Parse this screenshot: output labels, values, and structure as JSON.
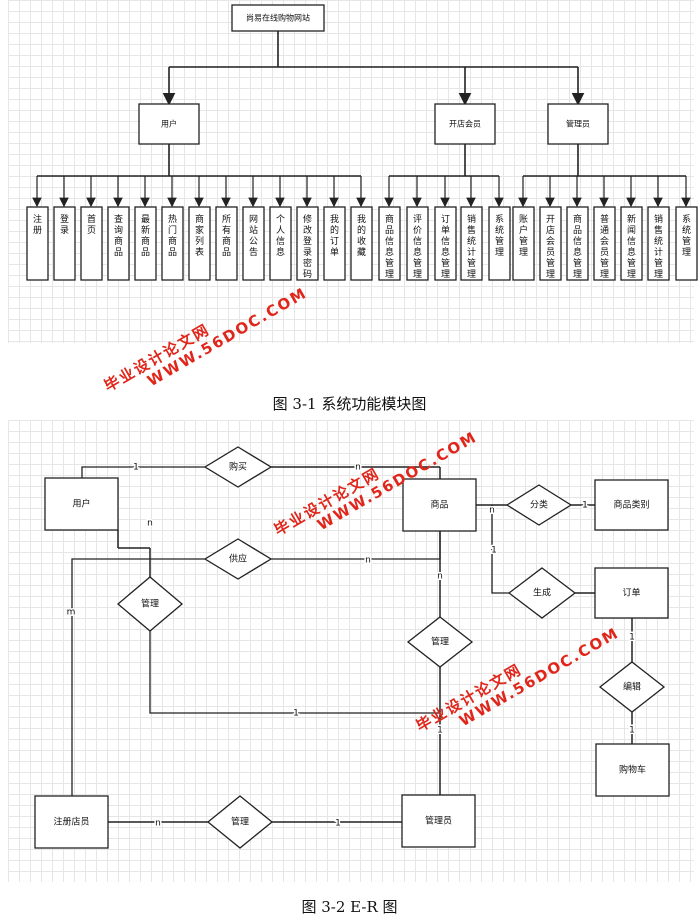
{
  "module_diagram": {
    "root": "尚易在线购物网站",
    "groups": [
      {
        "label": "用户",
        "children": [
          "注册",
          "登录",
          "首页",
          "查询商品",
          "最新商品",
          "热门商品",
          "商家列表",
          "所有商品",
          "网站公告",
          "个人信息",
          "修改登录密码",
          "我的订单",
          "我的收藏"
        ]
      },
      {
        "label": "开店会员",
        "children": [
          "商品信息管理",
          "评价信息管理",
          "订单信息管理",
          "销售统计管理",
          "系统管理"
        ]
      },
      {
        "label": "管理员",
        "children": [
          "账户管理",
          "开店会员管理",
          "商品信息管理",
          "普通会员管理",
          "新闻信息管理",
          "销售统计管理",
          "系统管理"
        ]
      }
    ],
    "caption": "图 3-1    系统功能模块图"
  },
  "er_diagram": {
    "entities": [
      "用户",
      "商品",
      "商品类别",
      "订单",
      "购物车",
      "注册店员",
      "管理员"
    ],
    "relationships": [
      "购买",
      "分类",
      "供应",
      "管理",
      "生成",
      "管理",
      "编辑",
      "管理"
    ],
    "cardinalities": [
      "1",
      "n",
      "n",
      "1",
      "n",
      "n",
      "m",
      "n",
      "1",
      "1",
      "1",
      "1",
      "1",
      "n",
      "1"
    ],
    "caption": "图 3-2    E-R 图"
  },
  "watermarks": [
    {
      "line1": "毕业设计论文网",
      "line2": "WWW.56DOC.COM"
    },
    {
      "line1": "毕业设计论文网",
      "line2": "WWW.56DOC.COM"
    },
    {
      "line1": "毕业设计论文网",
      "line2": "WWW.56DOC.COM"
    }
  ]
}
